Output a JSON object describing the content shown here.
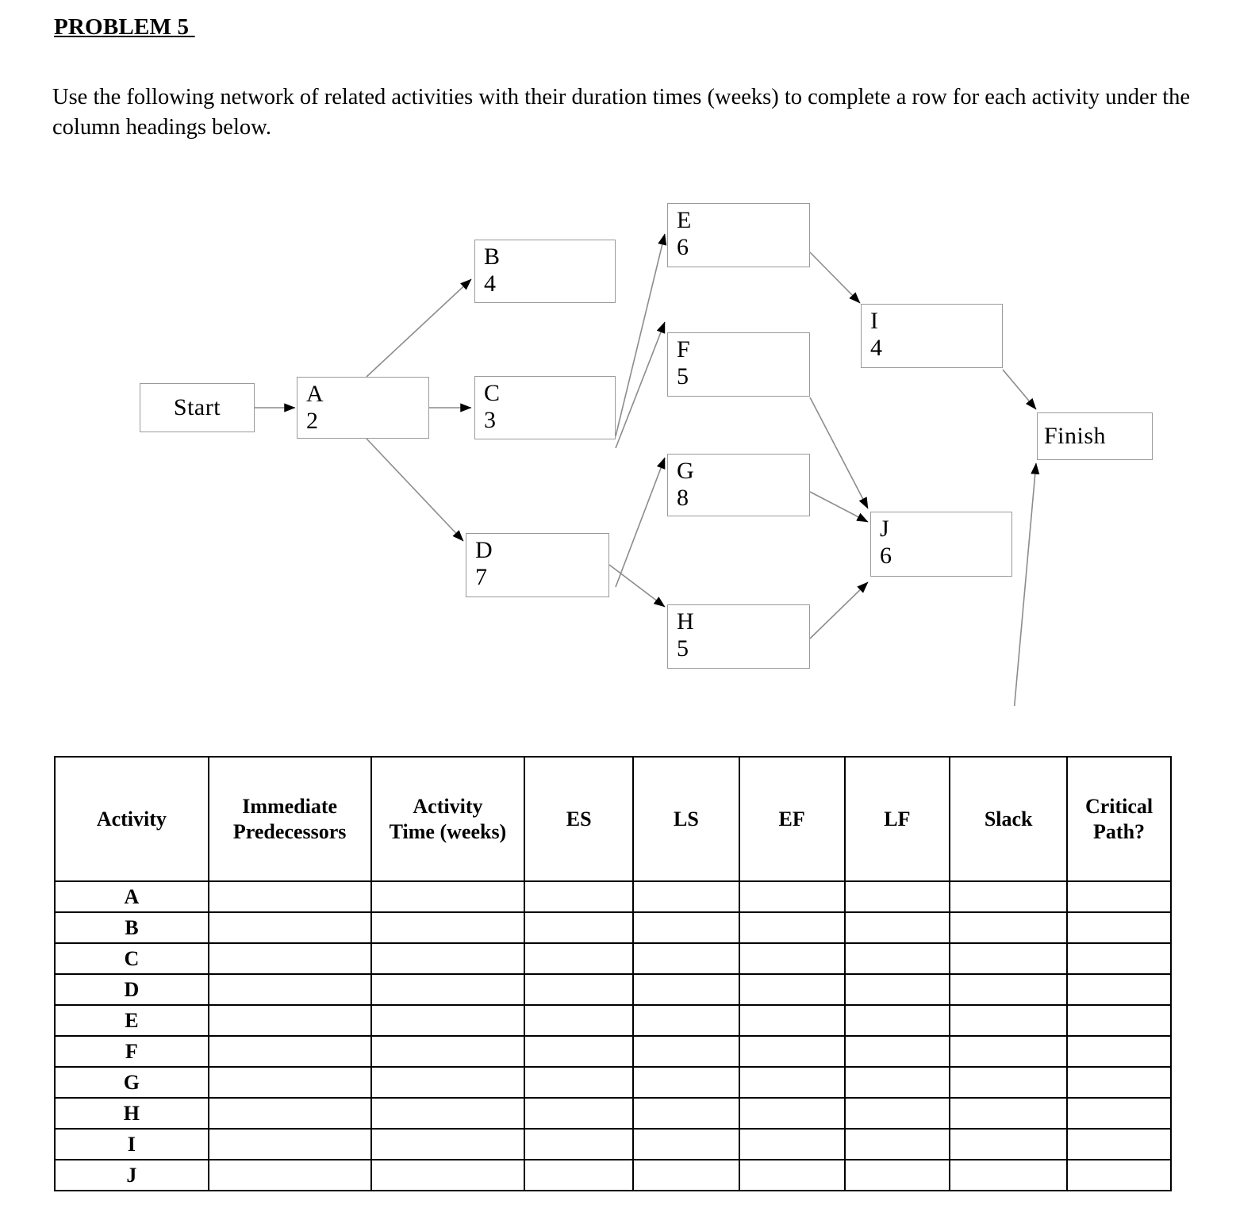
{
  "heading": {
    "title": "PROBLEM 5 ",
    "instructions": "Use the following network of related activities with their duration times (weeks) to complete a row for each activity under the column headings below."
  },
  "diagram": {
    "start_label": "Start",
    "finish_label": "Finish",
    "nodes": [
      {
        "id": "A",
        "label": "A",
        "duration": "2"
      },
      {
        "id": "B",
        "label": "B",
        "duration": "4"
      },
      {
        "id": "C",
        "label": "C",
        "duration": "3"
      },
      {
        "id": "D",
        "label": "D",
        "duration": "7"
      },
      {
        "id": "E",
        "label": "E",
        "duration": "6"
      },
      {
        "id": "F",
        "label": "F",
        "duration": "5"
      },
      {
        "id": "G",
        "label": "G",
        "duration": "8"
      },
      {
        "id": "H",
        "label": "H",
        "duration": "5"
      },
      {
        "id": "I",
        "label": "I",
        "duration": "4"
      },
      {
        "id": "J",
        "label": "J",
        "duration": "6"
      }
    ],
    "edges": [
      {
        "from": "Start",
        "to": "A"
      },
      {
        "from": "A",
        "to": "B"
      },
      {
        "from": "A",
        "to": "C"
      },
      {
        "from": "A",
        "to": "D"
      },
      {
        "from": "B",
        "to": "E"
      },
      {
        "from": "B",
        "to": "F"
      },
      {
        "from": "C",
        "to": "G"
      },
      {
        "from": "D",
        "to": "H"
      },
      {
        "from": "E",
        "to": "I"
      },
      {
        "from": "F",
        "to": "J"
      },
      {
        "from": "G",
        "to": "J"
      },
      {
        "from": "H",
        "to": "J"
      },
      {
        "from": "I",
        "to": "Finish"
      },
      {
        "from": "J",
        "to": "Finish"
      }
    ]
  },
  "table": {
    "headers": [
      "Activity",
      "Immediate Predecessors",
      "Activity Time (weeks)",
      "ES",
      "LS",
      "EF",
      "LF",
      "Slack",
      "Critical Path?"
    ],
    "header_lines": [
      [
        "Activity"
      ],
      [
        "Immediate",
        "Predecessors"
      ],
      [
        "Activity",
        "Time (weeks)"
      ],
      [
        "ES"
      ],
      [
        "LS"
      ],
      [
        "EF"
      ],
      [
        "LF"
      ],
      [
        "Slack"
      ],
      [
        "Critical",
        "Path?"
      ]
    ],
    "rows": [
      {
        "activity": "A",
        "predecessors": "",
        "time": "",
        "es": "",
        "ls": "",
        "ef": "",
        "lf": "",
        "slack": "",
        "critical": ""
      },
      {
        "activity": "B",
        "predecessors": "",
        "time": "",
        "es": "",
        "ls": "",
        "ef": "",
        "lf": "",
        "slack": "",
        "critical": ""
      },
      {
        "activity": "C",
        "predecessors": "",
        "time": "",
        "es": "",
        "ls": "",
        "ef": "",
        "lf": "",
        "slack": "",
        "critical": ""
      },
      {
        "activity": "D",
        "predecessors": "",
        "time": "",
        "es": "",
        "ls": "",
        "ef": "",
        "lf": "",
        "slack": "",
        "critical": ""
      },
      {
        "activity": "E",
        "predecessors": "",
        "time": "",
        "es": "",
        "ls": "",
        "ef": "",
        "lf": "",
        "slack": "",
        "critical": ""
      },
      {
        "activity": "F",
        "predecessors": "",
        "time": "",
        "es": "",
        "ls": "",
        "ef": "",
        "lf": "",
        "slack": "",
        "critical": ""
      },
      {
        "activity": "G",
        "predecessors": "",
        "time": "",
        "es": "",
        "ls": "",
        "ef": "",
        "lf": "",
        "slack": "",
        "critical": ""
      },
      {
        "activity": "H",
        "predecessors": "",
        "time": "",
        "es": "",
        "ls": "",
        "ef": "",
        "lf": "",
        "slack": "",
        "critical": ""
      },
      {
        "activity": "I",
        "predecessors": "",
        "time": "",
        "es": "",
        "ls": "",
        "ef": "",
        "lf": "",
        "slack": "",
        "critical": ""
      },
      {
        "activity": "J",
        "predecessors": "",
        "time": "",
        "es": "",
        "ls": "",
        "ef": "",
        "lf": "",
        "slack": "",
        "critical": ""
      }
    ]
  }
}
